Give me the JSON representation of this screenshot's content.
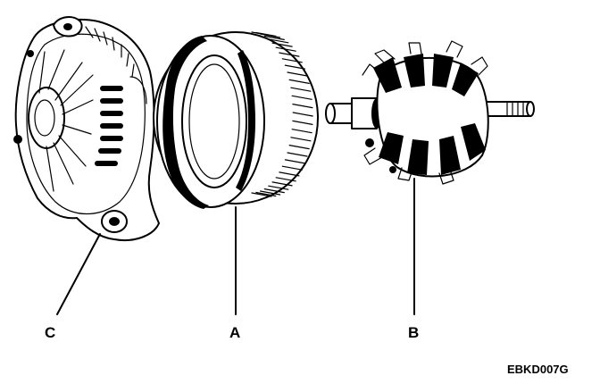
{
  "labels": {
    "stator": "A",
    "rotor": "B",
    "housing": "C"
  },
  "figure_code": "EBKD007G"
}
